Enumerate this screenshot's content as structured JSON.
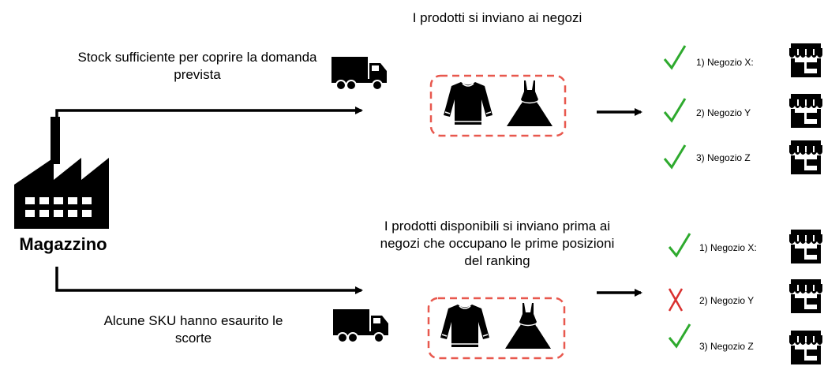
{
  "warehouse": {
    "label": "Magazzino",
    "icon": "factory-icon"
  },
  "top_flow": {
    "condition": "Stock sufficiente per coprire la domanda prevista",
    "caption": "I prodotti si inviano ai negozi",
    "stores": [
      {
        "label": "1) Negozio X:",
        "status": "delivered",
        "mark": "✓"
      },
      {
        "label": "2) Negozio Y",
        "status": "delivered",
        "mark": "✓"
      },
      {
        "label": "3) Negozio Z",
        "status": "delivered",
        "mark": "✓"
      }
    ]
  },
  "bottom_flow": {
    "condition": "Alcune SKU hanno esaurito le scorte",
    "caption": "I prodotti disponibili si inviano prima ai negozi che occupano le prime posizioni del ranking",
    "stores": [
      {
        "label": "1) Negozio X:",
        "status": "delivered",
        "mark": "✓"
      },
      {
        "label": "2) Negozio Y",
        "status": "not-delivered",
        "mark": "✗"
      },
      {
        "label": "3) Negozio Z",
        "status": "delivered",
        "mark": "✓"
      }
    ]
  },
  "colors": {
    "check": "#2eaa2e",
    "cross": "#d9302f",
    "dashed_border": "#e8584e",
    "ink": "#000000"
  }
}
